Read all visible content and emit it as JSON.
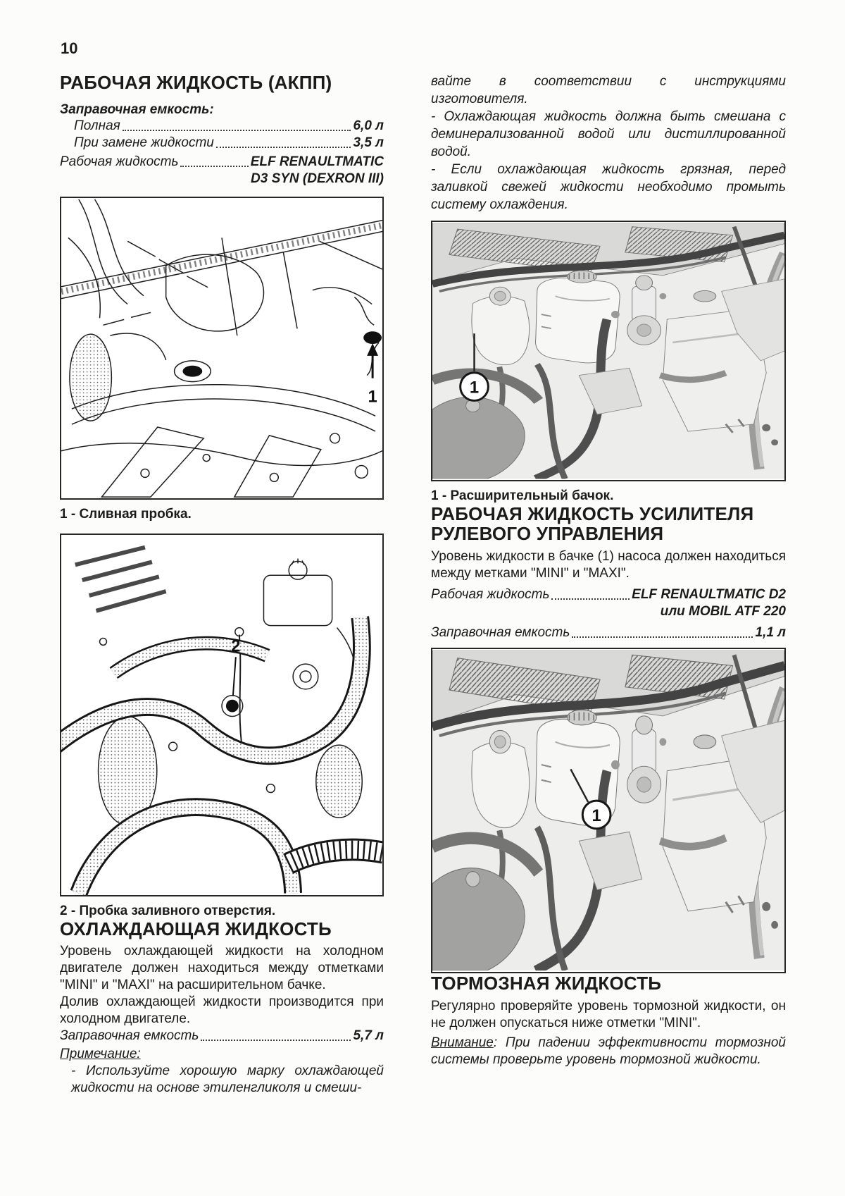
{
  "page_number": "10",
  "colors": {
    "paper": "#fcfcfb",
    "ink": "#1b1b1b",
    "figure_border": "#262626"
  },
  "left": {
    "akpp": {
      "title": "РАБОЧАЯ ЖИДКОСТЬ (АКПП)",
      "capacity_heading": "Заправочная емкость:",
      "rows": [
        {
          "label": "Полная",
          "value": "6,0 л"
        },
        {
          "label": "При замене жидкости",
          "value": "3,5 л"
        }
      ],
      "fluid_label": "Рабочая жидкость",
      "fluid_value1": "ELF RENAULTMATIC",
      "fluid_value2": "D3 SYN (DEXRON III)"
    },
    "fig1": {
      "callout": "1",
      "caption": "1 - Сливная пробка."
    },
    "fig2": {
      "callout": "2",
      "caption": "2 - Пробка заливного отверстия."
    },
    "coolant": {
      "title": "ОХЛАЖДАЮЩАЯ ЖИДКОСТЬ",
      "para1": "Уровень охлаждающей жидкости на холодном двигателе должен находиться между отметками \"MINI\" и \"MAXI\" на расширительном бачке.",
      "para2": "Долив охлаждающей жидкости производится при холодном двигателе.",
      "capacity_label": "Заправочная емкость",
      "capacity_value": "5,7 л",
      "note_heading": "Примечание:",
      "note_text": "- Используйте хорошую марку охлаждающей жидкости на основе этиленгликоля и смеши-"
    }
  },
  "right": {
    "cont1": "вайте в соответствии с инструкциями изготовителя.",
    "cont2": "- Охлаждающая жидкость должна быть смешана с деминерализованной водой или дистиллированной водой.",
    "cont3": "- Если охлаждающая жидкость грязная, перед заливкой свежей жидкости необходимо промыть систему охлаждения.",
    "fig3": {
      "callout": "1",
      "caption": "1 - Расширительный бачок."
    },
    "ps": {
      "title": "РАБОЧАЯ ЖИДКОСТЬ УСИЛИТЕЛЯ РУЛЕВОГО УПРАВЛЕНИЯ",
      "para": "Уровень жидкости в бачке (1) насоса должен находиться между метками \"MINI\" и \"MAXI\".",
      "fluid_label": "Рабочая жидкость",
      "fluid_value1": "ELF RENAULTMATIC D2",
      "fluid_value2": "или MOBIL ATF 220",
      "capacity_label": "Заправочная емкость",
      "capacity_value": "1,1 л"
    },
    "fig4": {
      "callout": "1"
    },
    "brake": {
      "title": "ТОРМОЗНАЯ ЖИДКОСТЬ",
      "para": "Регулярно проверяйте уровень тормозной жидкости, он не должен опускаться ниже отметки \"MINI\".",
      "warn_label": "Внимание",
      "warn_text": ": При падении эффективности тормозной системы проверьте уровень тормозной жидкости."
    }
  }
}
